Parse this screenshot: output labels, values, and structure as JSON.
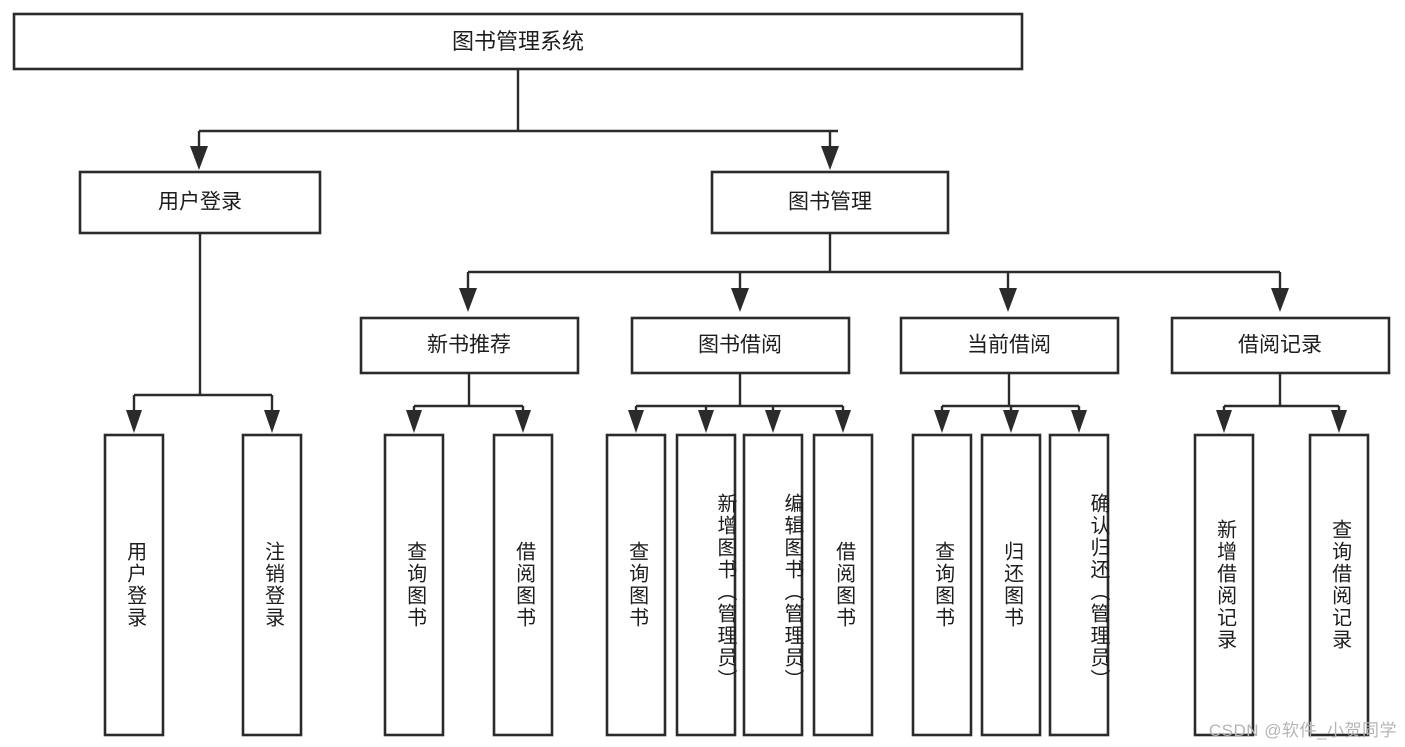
{
  "diagram": {
    "type": "tree-hierarchy",
    "title": "图书管理系统",
    "watermark": "CSDN @软件_小贺同学",
    "colors": {
      "background": "#ffffff",
      "box_fill": "#ffffff",
      "box_stroke": "#2b2b2b",
      "text": "#1d1d1d",
      "watermark": "#b5b5b5"
    },
    "root": {
      "id": "root",
      "label": "图书管理系统"
    },
    "level2": [
      {
        "id": "user-login",
        "label": "用户登录"
      },
      {
        "id": "book-manage",
        "label": "图书管理"
      }
    ],
    "level3": [
      {
        "id": "new-book-recommend",
        "label": "新书推荐"
      },
      {
        "id": "book-borrow",
        "label": "图书借阅"
      },
      {
        "id": "current-borrow",
        "label": "当前借阅"
      },
      {
        "id": "borrow-record",
        "label": "借阅记录"
      }
    ],
    "leaves": {
      "user-login": [
        {
          "id": "leaf-user-login",
          "label": "用户登录"
        },
        {
          "id": "leaf-logout",
          "label": "注销登录"
        }
      ],
      "new-book-recommend": [
        {
          "id": "leaf-query-book-1",
          "label": "查询图书"
        },
        {
          "id": "leaf-borrow-book-1",
          "label": "借阅图书"
        }
      ],
      "book-borrow": [
        {
          "id": "leaf-query-book-2",
          "label": "查询图书"
        },
        {
          "id": "leaf-add-book",
          "label": "新增图书（管理员）"
        },
        {
          "id": "leaf-edit-book",
          "label": "编辑图书（管理员）"
        },
        {
          "id": "leaf-borrow-book-2",
          "label": "借阅图书"
        }
      ],
      "current-borrow": [
        {
          "id": "leaf-query-book-3",
          "label": "查询图书"
        },
        {
          "id": "leaf-return-book",
          "label": "归还图书"
        },
        {
          "id": "leaf-confirm-return",
          "label": "确认归还（管理员）"
        }
      ],
      "borrow-record": [
        {
          "id": "leaf-add-record",
          "label": "新增借阅记录"
        },
        {
          "id": "leaf-query-record",
          "label": "查询借阅记录"
        }
      ]
    }
  }
}
